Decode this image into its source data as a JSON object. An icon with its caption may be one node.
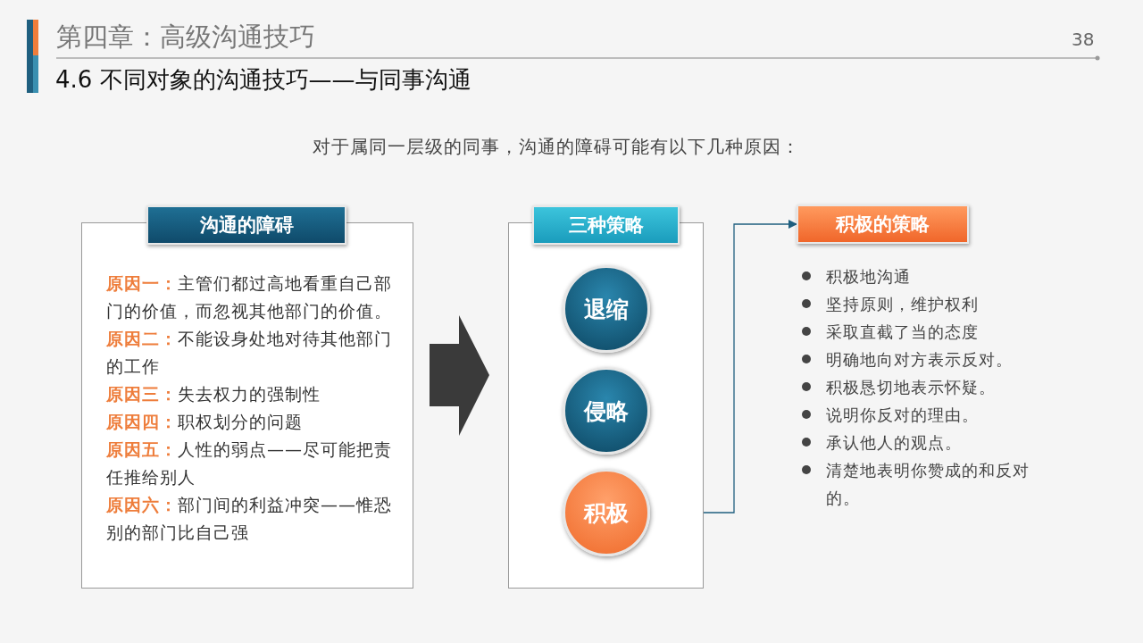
{
  "diagram": {
    "title": "第四章：高级沟通技巧",
    "nodes": [
      {
        "text": [
          "沟通的障碍",
          "**原因一：**主管们都过高地看重自己部门的价值，而忽视其他部门的价值。",
          "**原因二：**不能设身处地对待其他部门的工作",
          "**原因三：**失去权力的强制性",
          "**原因四：**职权划分的问题",
          "**原因五：**人性的弱点——尽可能把责任推给别人",
          "**原因六：**部门间的利益冲突——惟恐别的部门比自己强"
        ]
      },
      {
        "text": [
          "三种策略"
        ]
      },
      {
        "text": [
          "退缩"
        ],
        "in": 1
      },
      {
        "text": [
          "侵略"
        ],
        "in": 1
      },
      {
        "text": [
          "积极"
        ],
        "in": 1
      },
      {
        "text": [
          "积极的策略"
        ]
      }
    ],
    "edges": [
      {
        "from": 0,
        "to": 1,
        "arrow": "to",
        "style": "thick"
      },
      {
        "from": 4,
        "to": 5,
        "arrow": "to"
      }
    ],
    "labels": [
      "38",
      "4.6 不同对象的沟通技巧——与同事沟通",
      "对于属同一层级的同事，沟通的障碍可能有以下几种原因：",
      "积极地沟通",
      "坚持原则，维护权利",
      "采取直截了当的态度",
      "明确地向对方表示反对。",
      "积极恳切地表示怀疑。",
      "说明你反对的理由。",
      "承认他人的观点。",
      "清楚地表明你赞成的和反对的。"
    ]
  }
}
